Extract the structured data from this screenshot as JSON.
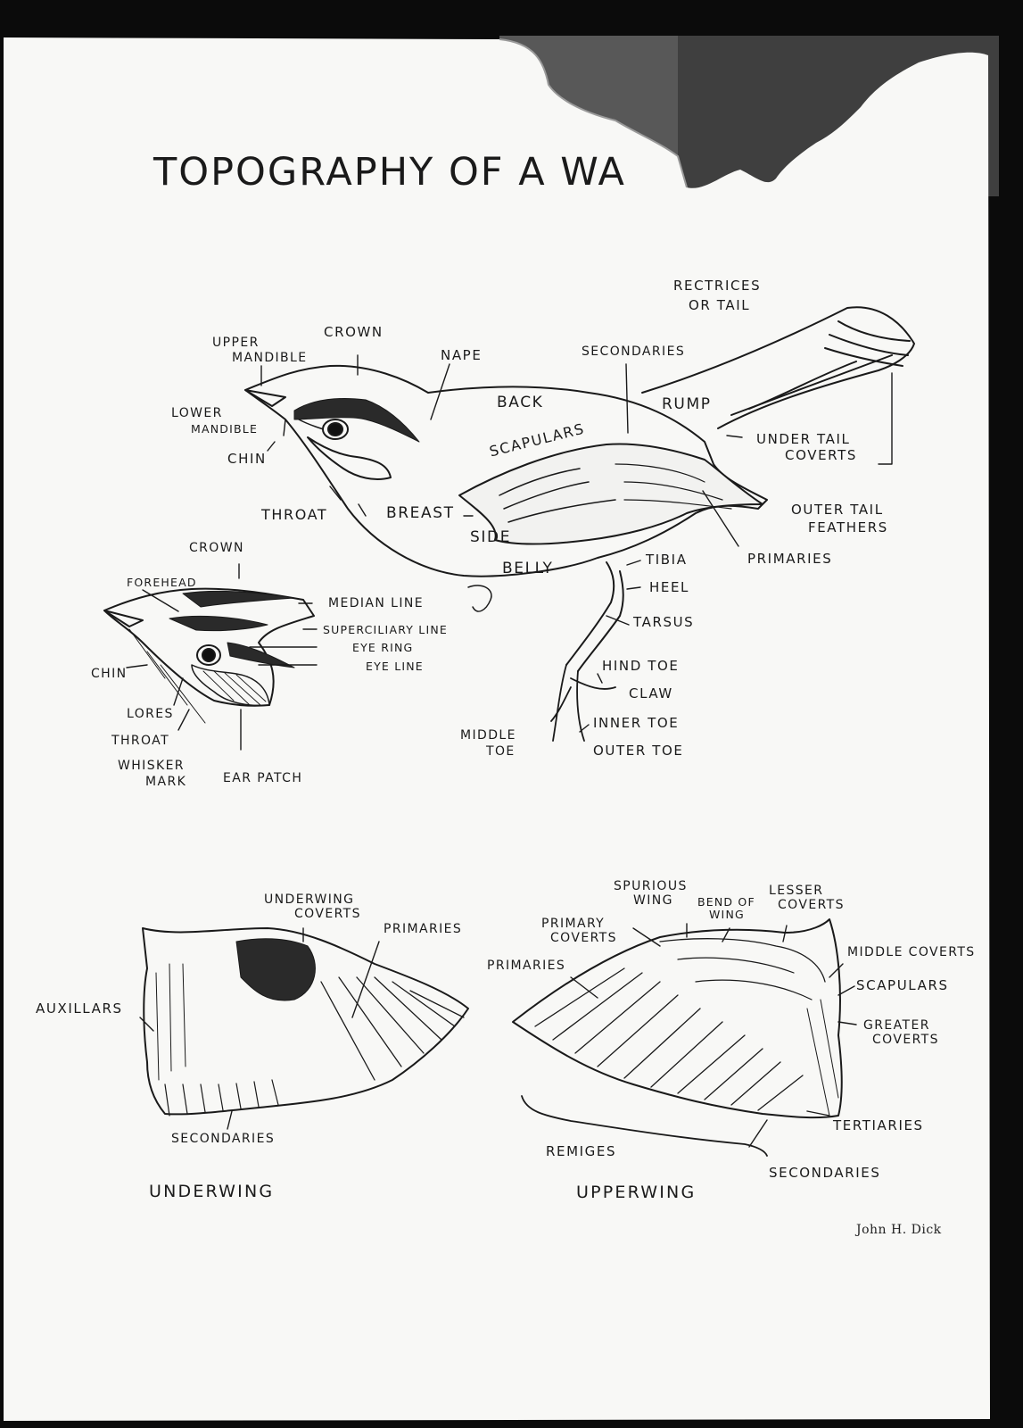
{
  "title": "TOPOGRAPHY OF A WA",
  "signature": "John H. Dick",
  "bird_labels": {
    "rectrices": "RECTRICES",
    "or_tail": "OR TAIL",
    "crown": "CROWN",
    "upper": "UPPER",
    "mandible": "MANDIBLE",
    "nape": "NAPE",
    "secondaries": "SECONDARIES",
    "lower": "LOWER",
    "lower_mandible": "MANDIBLE",
    "back": "BACK",
    "rump": "RUMP",
    "chin": "CHIN",
    "scapulars": "SCAPULARS",
    "under_tail": "UNDER TAIL",
    "coverts": "COVERTS",
    "throat": "THROAT",
    "breast": "BREAST",
    "outer_tail": "OUTER TAIL",
    "feathers": "FEATHERS",
    "side": "SIDE",
    "primaries": "PRIMARIES",
    "belly": "BELLY",
    "tibia": "TIBIA",
    "heel": "HEEL",
    "tarsus": "TARSUS",
    "hind_toe": "HIND TOE",
    "claw": "CLAW",
    "inner_toe": "INNER TOE",
    "middle": "MIDDLE",
    "toe": "TOE",
    "outer_toe": "OUTER TOE"
  },
  "head_labels": {
    "crown": "CROWN",
    "forehead": "FOREHEAD",
    "median_line": "MEDIAN LINE",
    "superciliary_line": "SUPERCILIARY LINE",
    "eye_ring": "EYE RING",
    "eye_line": "EYE LINE",
    "chin": "CHIN",
    "lores": "LORES",
    "throat": "THROAT",
    "whisker": "WHISKER",
    "mark": "MARK",
    "ear_patch": "EAR PATCH"
  },
  "underwing_labels": {
    "underwing": "UNDERWING",
    "coverts": "COVERTS",
    "primaries": "PRIMARIES",
    "auxillars": "AUXILLARS",
    "secondaries": "SECONDARIES",
    "caption": "UNDERWING"
  },
  "upperwing_labels": {
    "spurious": "SPURIOUS",
    "wing": "WING",
    "bend_of": "BEND OF",
    "bend_wing": "WING",
    "lesser": "LESSER",
    "lesser_coverts": "COVERTS",
    "primary": "PRIMARY",
    "primary_coverts": "COVERTS",
    "middle_coverts": "MIDDLE COVERTS",
    "primaries": "PRIMARIES",
    "scapulars": "SCAPULARS",
    "greater": "GREATER",
    "greater_coverts": "COVERTS",
    "tertiaries": "TERTIARIES",
    "remiges": "REMIGES",
    "secondaries": "SECONDARIES",
    "caption": "UPPERWING"
  }
}
